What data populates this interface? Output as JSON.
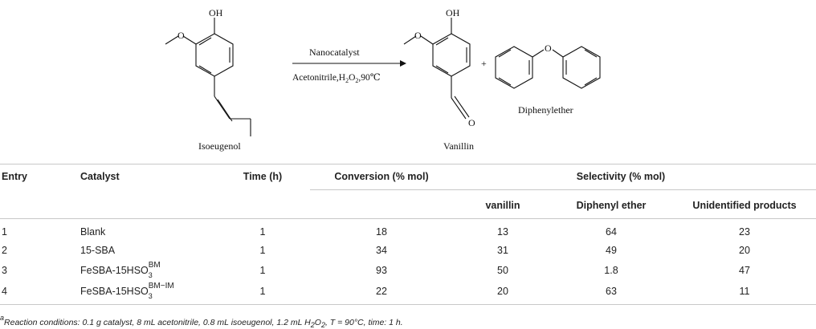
{
  "scheme": {
    "reactant_name": "Isoeugenol",
    "oh_label": "OH",
    "oxygen_label": "O",
    "reagent_line1": "Nanocatalyst",
    "reagent_line2_prefix": "Acetonitrile,H",
    "reagent_h2": "2",
    "reagent_o": "O",
    "reagent_o2": "2",
    "reagent_temp": ",90℃",
    "plus": "+",
    "product1_name": "Vanillin",
    "product2_name": "Diphenylether"
  },
  "table": {
    "headers": {
      "entry": "Entry",
      "catalyst": "Catalyst",
      "time": "Time (h)",
      "conversion": "Conversion (% mol)",
      "selectivity": "Selectivity (% mol)",
      "vanillin": "vanillin",
      "diphenyl_ether": "Diphenyl ether",
      "unidentified": "Unidentified products"
    },
    "rows": [
      {
        "entry": "1",
        "catalyst": "Blank",
        "cat_sup": "",
        "cat_sub": "",
        "time": "1",
        "conversion": "18",
        "vanillin": "13",
        "diphenyl_ether": "64",
        "unidentified": "23"
      },
      {
        "entry": "2",
        "catalyst": "15-SBA",
        "cat_sup": "",
        "cat_sub": "",
        "time": "1",
        "conversion": "34",
        "vanillin": "31",
        "diphenyl_ether": "49",
        "unidentified": "20"
      },
      {
        "entry": "3",
        "catalyst": "FeSBA-15HSO",
        "cat_sup": "BM",
        "cat_sub": "3",
        "time": "1",
        "conversion": "93",
        "vanillin": "50",
        "diphenyl_ether": "1.8",
        "unidentified": "47"
      },
      {
        "entry": "4",
        "catalyst": "FeSBA-15HSO",
        "cat_sup": "BM−IM",
        "cat_sub": "3",
        "time": "1",
        "conversion": "22",
        "vanillin": "20",
        "diphenyl_ether": "63",
        "unidentified": "11"
      }
    ]
  },
  "footnote": {
    "marker": "a",
    "text_prefix": "Reaction conditions: 0.1 g catalyst, 8 mL acetonitrile, 0.8 mL isoeugenol, 1.2 mL H",
    "sub": "2",
    "text_mid": "O",
    "sub2": "2",
    "text_suffix": ", T = 90°C, time: 1 h."
  }
}
